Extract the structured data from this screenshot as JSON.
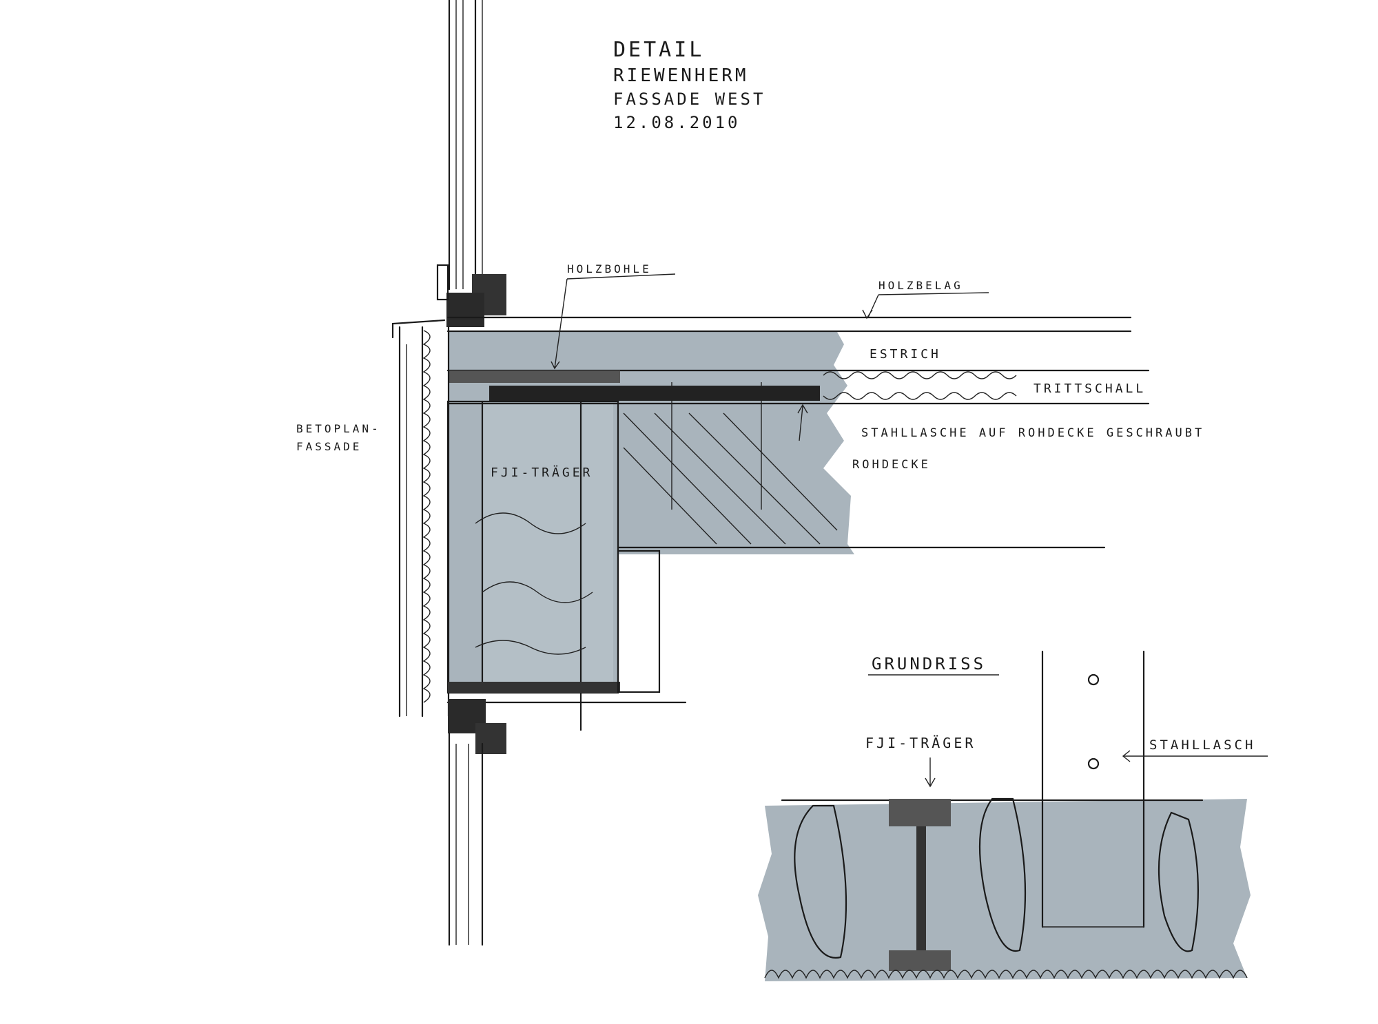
{
  "title": {
    "line1": "DETAIL",
    "line2": "RIEWENHERM",
    "line3": "FASSADE WEST",
    "date": "12.08.2010"
  },
  "section_labels": {
    "holzbohle": "HOLZBOHLE",
    "holzbelag": "HOLZBELAG",
    "estrich": "ESTRICH",
    "trittschall": "TRITTSCHALL",
    "stahllasche": "STAHLLASCHE AUF ROHDECKE GESCHRAUBT",
    "rohdecke": "ROHDECKE",
    "fassade_1": "BETOPLAN-",
    "fassade_2": "FASSADE",
    "fji_traeger": "FJI-TRÄGER"
  },
  "plan": {
    "title": "GRUNDRISS",
    "fji_traeger": "FJI-TRÄGER",
    "stahllasche": "STAHLLASCH"
  },
  "colors": {
    "marker_grey": "#9aa7b0",
    "ink": "#1a1a1a"
  }
}
